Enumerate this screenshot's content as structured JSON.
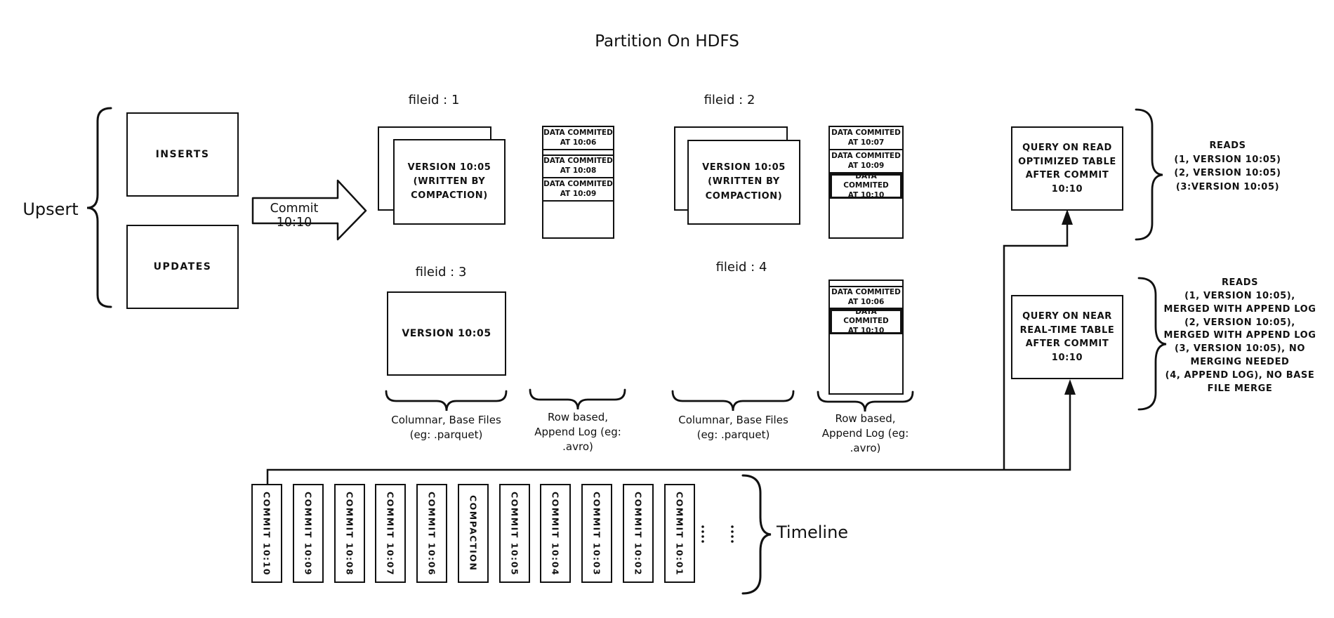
{
  "title": "Partition On HDFS",
  "upsert": {
    "label": "Upsert",
    "inserts_label": "INSERTS",
    "updates_label": "UPDATES",
    "arrow_label": "Commit 10:10"
  },
  "file_groups": {
    "group1": {
      "id": "fileid : 1",
      "base_text": "VERSION 10:05\n(WRITTEN BY\nCOMPACTION)",
      "log_cells": [
        "DATA COMMITED\nAT 10:06",
        "DATA COMMITED\nAT 10:08",
        "DATA COMMITED\nAT 10:09"
      ]
    },
    "group2": {
      "id": "fileid : 2",
      "base_text": "VERSION 10:05\n(WRITTEN BY\nCOMPACTION)",
      "log_cells": [
        "DATA COMMITED\nAT 10:07",
        "DATA COMMITED\nAT 10:09",
        "DATA COMMITED\nAT 10:10"
      ]
    },
    "group3": {
      "id": "fileid : 3",
      "base_text": "VERSION 10:05"
    },
    "group4": {
      "id": "fileid : 4",
      "log_cells": [
        "DATA COMMITED\nAT 10:06",
        "DATA COMMITED\nAT 10:10"
      ]
    }
  },
  "file_type_labels": {
    "columnar_left": "Columnar, Base Files\n(eg: .parquet)",
    "row_left": "Row based,\nAppend Log (eg:\n.avro)",
    "columnar_right": "Columnar, Base Files\n(eg: .parquet)",
    "row_right": "Row based,\nAppend Log (eg:\n.avro)"
  },
  "queries": {
    "read_optimized": {
      "box_text": "QUERY ON READ\nOPTIMIZED TABLE\nAFTER COMMIT\n10:10",
      "reads_text": "READS\n(1, VERSION 10:05)\n(2, VERSION 10:05)\n(3:VERSION 10:05)"
    },
    "near_real_time": {
      "box_text": "QUERY ON NEAR\nREAL-TIME TABLE\nAFTER COMMIT\n10:10",
      "reads_text": "READS\n(1, VERSION 10:05),\nMERGED WITH APPEND LOG\n(2, VERSION 10:05),\nMERGED WITH APPEND LOG\n(3, VERSION 10:05), NO\nMERGING NEEDED\n(4, APPEND LOG), NO BASE\nFILE MERGE"
    }
  },
  "timeline": {
    "label": "Timeline",
    "items": [
      "COMMIT  10:10",
      "COMMIT  10:09",
      "COMMIT  10:08",
      "COMMIT  10:07",
      "COMMIT  10:06",
      "COMPACTION",
      "COMMIT  10:05",
      "COMMIT  10:04",
      "COMMIT  10:03",
      "COMMIT  10:02",
      "COMMIT  10:01"
    ]
  },
  "colors": {
    "stroke": "#111111",
    "background": "#ffffff"
  }
}
